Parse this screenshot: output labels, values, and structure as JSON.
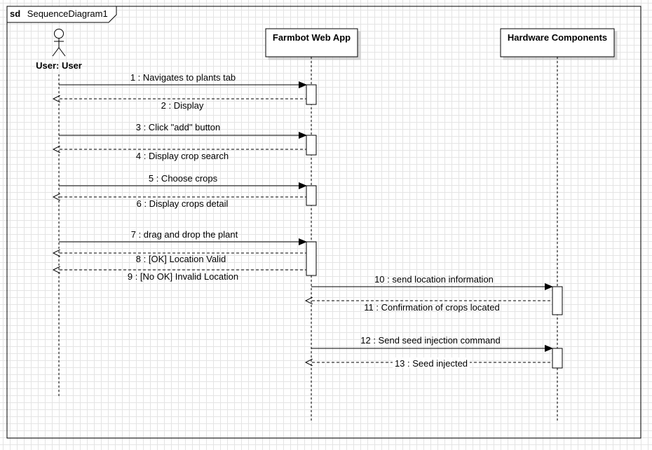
{
  "frame": {
    "keyword": "sd",
    "name": "SequenceDiagram1"
  },
  "actor": {
    "label": "User: User"
  },
  "lifelines": [
    {
      "label": "Farmbot Web App"
    },
    {
      "label": "Hardware Components"
    }
  ],
  "messages": [
    {
      "label": "1 : Navigates to plants tab",
      "kind": "call"
    },
    {
      "label": "2 : Display",
      "kind": "return"
    },
    {
      "label": "3 : Click \"add\" button",
      "kind": "call"
    },
    {
      "label": "4 : Display crop search",
      "kind": "return"
    },
    {
      "label": "5 : Choose crops",
      "kind": "call"
    },
    {
      "label": "6 : Display crops detail",
      "kind": "return"
    },
    {
      "label": "7 : drag and drop the plant",
      "kind": "call"
    },
    {
      "label": "8 : [OK] Location Valid",
      "kind": "return"
    },
    {
      "label": "9 : [No OK] Invalid Location",
      "kind": "return"
    },
    {
      "label": "10 : send location information",
      "kind": "call"
    },
    {
      "label": "11 : Confirmation of crops located",
      "kind": "return"
    },
    {
      "label": "12 : Send seed injection command",
      "kind": "call"
    },
    {
      "label": "13 : Seed injected",
      "kind": "return"
    }
  ]
}
